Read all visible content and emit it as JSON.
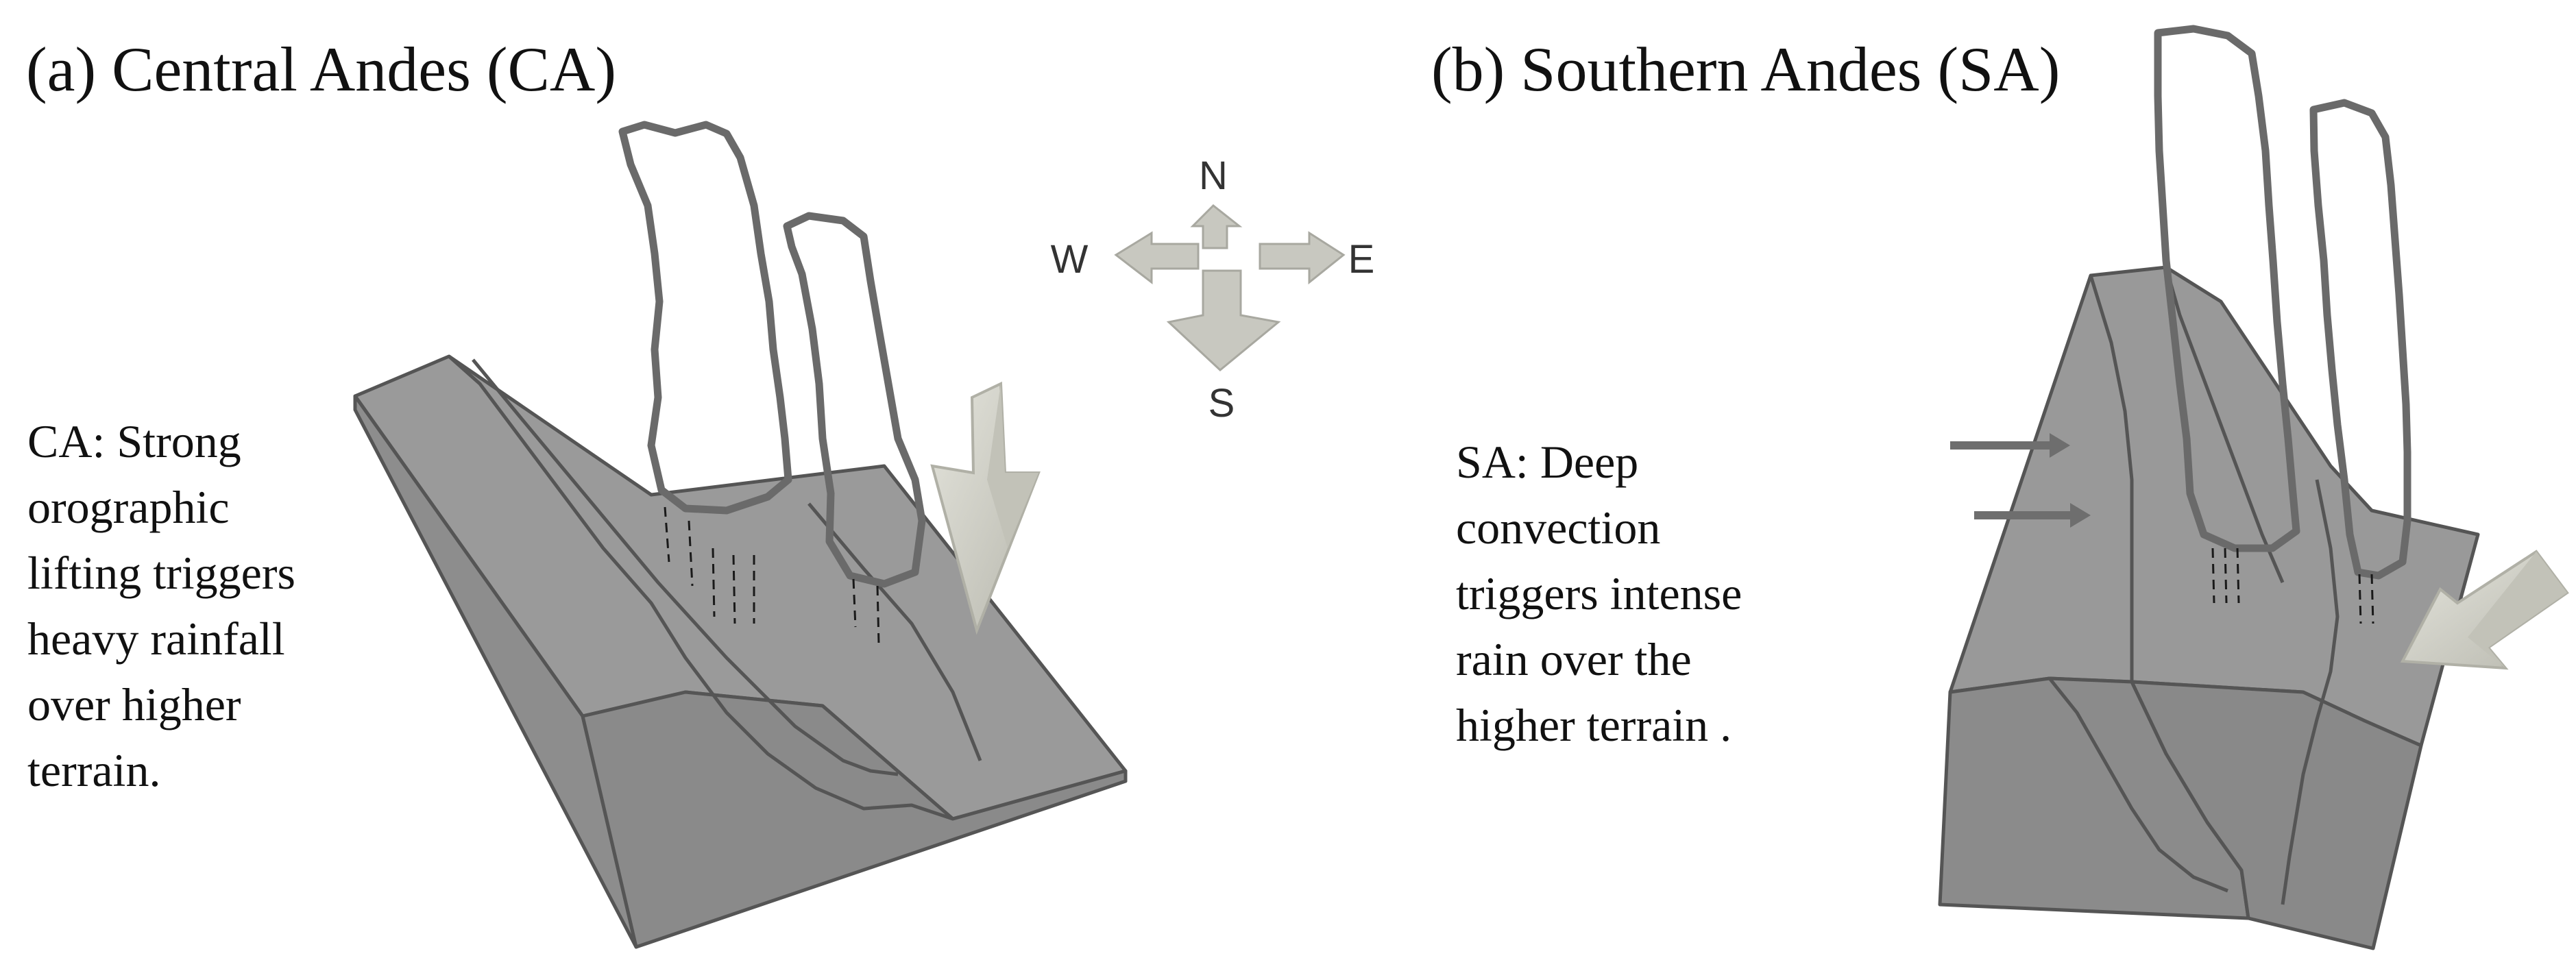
{
  "panels": {
    "a": {
      "title": "(a) Central Andes (CA)"
    },
    "b": {
      "title": "(b) Southern Andes (SA)"
    }
  },
  "notes": {
    "ca": [
      "CA: Strong",
      "orographic",
      "lifting triggers",
      "heavy rainfall",
      "over higher",
      "terrain."
    ],
    "sa": [
      "SA: Deep",
      "convection",
      "triggers intense",
      "rain over the",
      "higher terrain ."
    ]
  },
  "compass": {
    "n": "N",
    "w": "W",
    "e": "E",
    "s": "S"
  },
  "colors": {
    "terrain_top": "#9a9a9a",
    "terrain_side": "#8c8c8c",
    "cloud_outline": "#6a6a6a",
    "wind_arrow": "#cfcfc6",
    "small_arrow": "#6e6e6e"
  },
  "icons": {
    "compass": "4-way-compass-icon",
    "wind": "large-3d-arrow-icon",
    "flow": "small-arrow-icon"
  }
}
